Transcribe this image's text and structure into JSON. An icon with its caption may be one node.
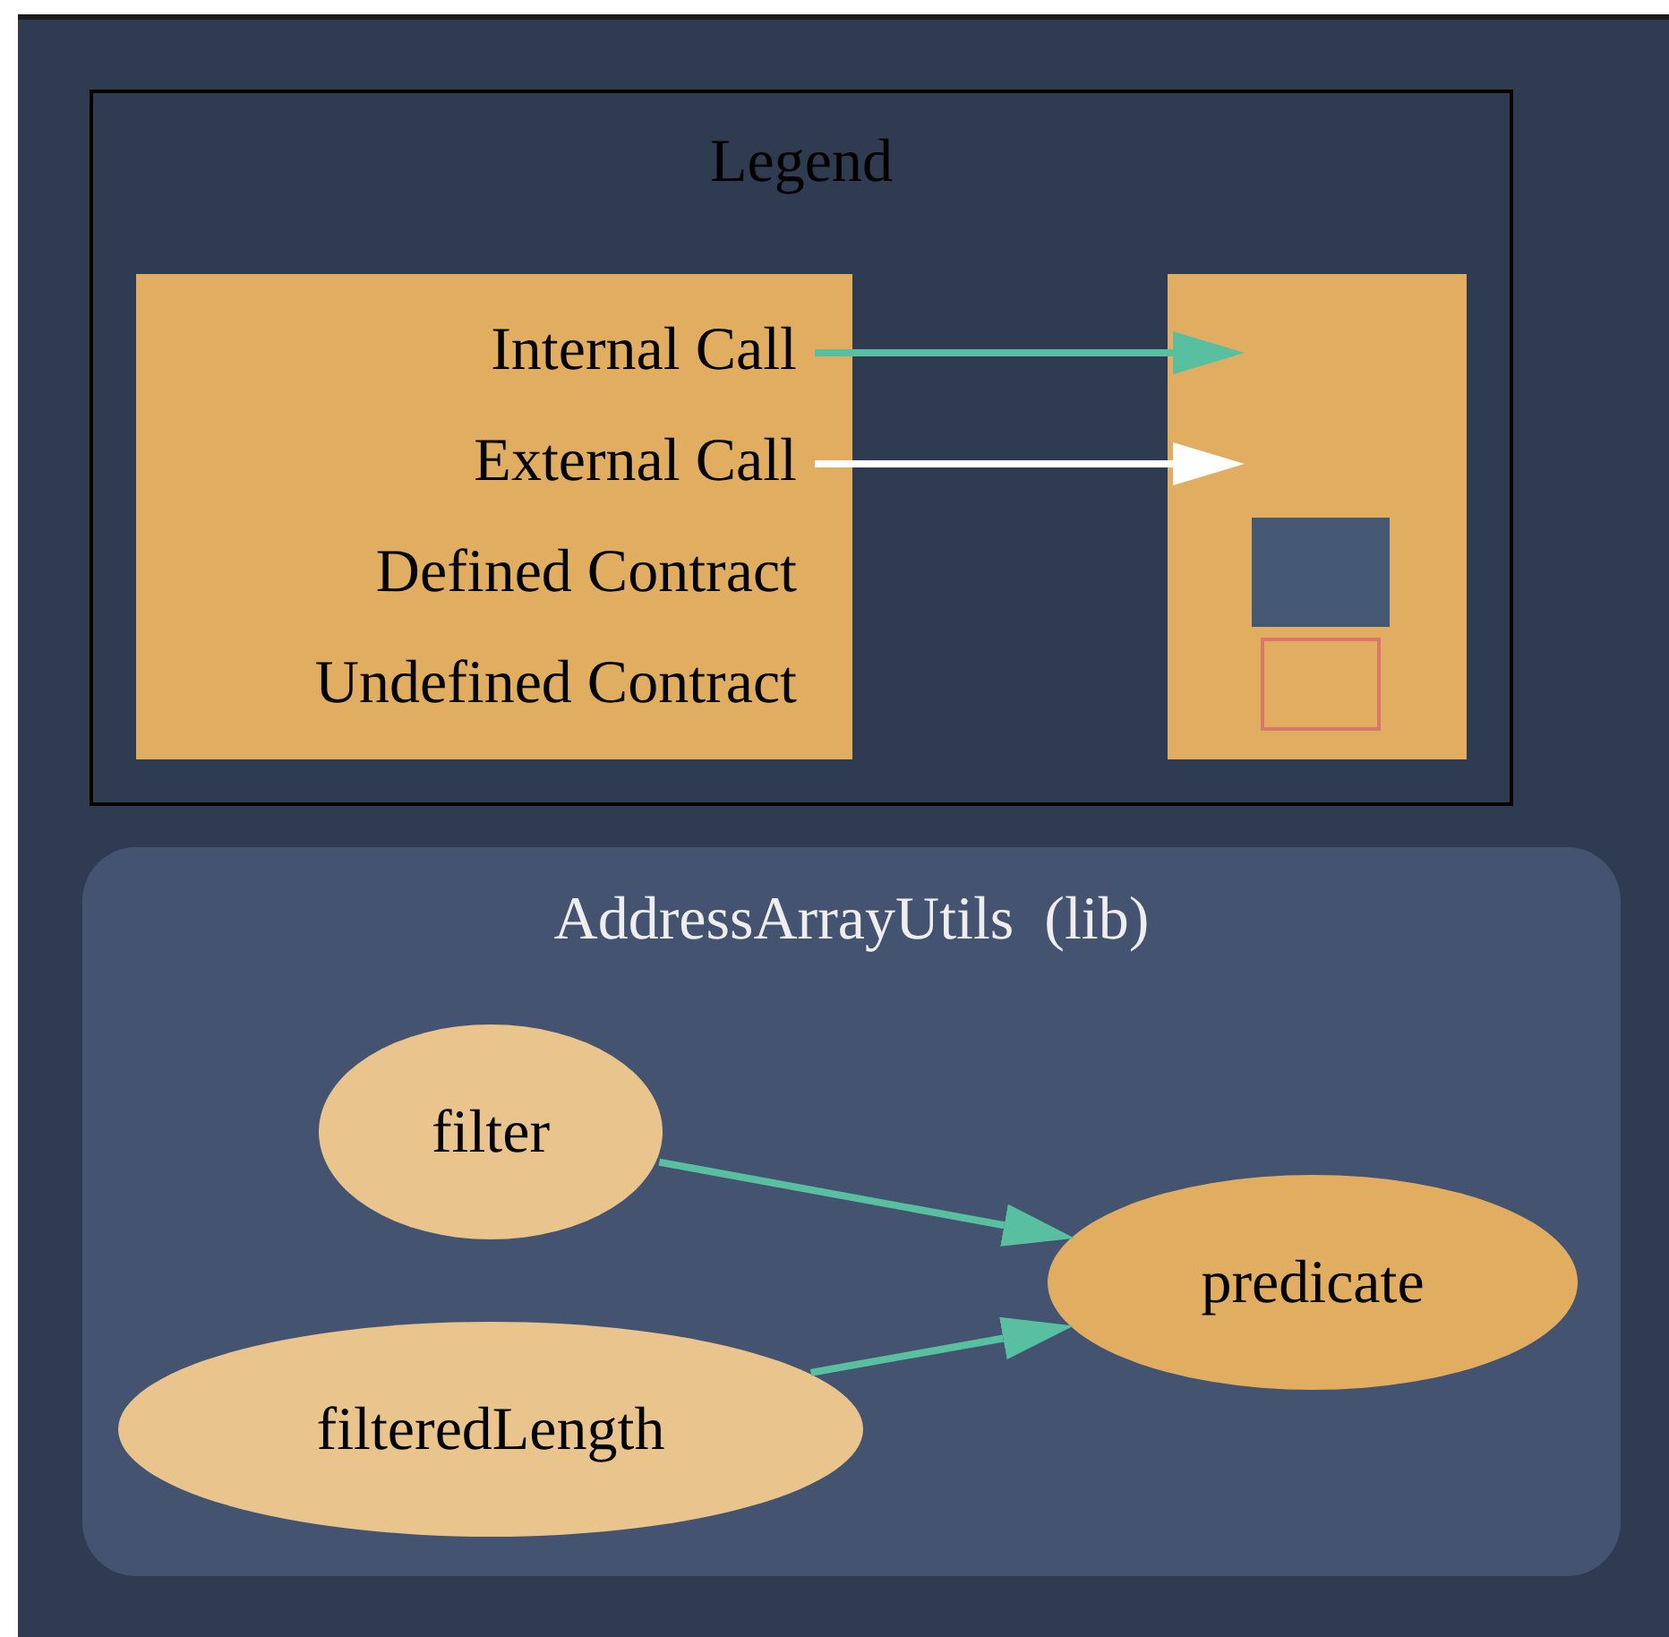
{
  "diagram": {
    "nodes": [
      {
        "text": [
          "Legend"
        ]
      },
      {
        "text": [
          "AddressArrayUtils  (lib)"
        ]
      },
      {
        "text": [
          "filter"
        ],
        "in": 1
      },
      {
        "text": [
          "predicate"
        ],
        "in": 1
      },
      {
        "text": [
          "filteredLength"
        ],
        "in": 1
      }
    ],
    "edges": [
      {
        "from": 2,
        "to": 3,
        "arrow": "to"
      },
      {
        "from": 4,
        "to": 3,
        "arrow": "to"
      }
    ],
    "legend": [
      {
        "text": "Internal Call"
      },
      {
        "text": "External Call"
      },
      {
        "text": "Defined Contract",
        "color": "#445773"
      },
      {
        "text": "Undefined Contract"
      }
    ]
  }
}
